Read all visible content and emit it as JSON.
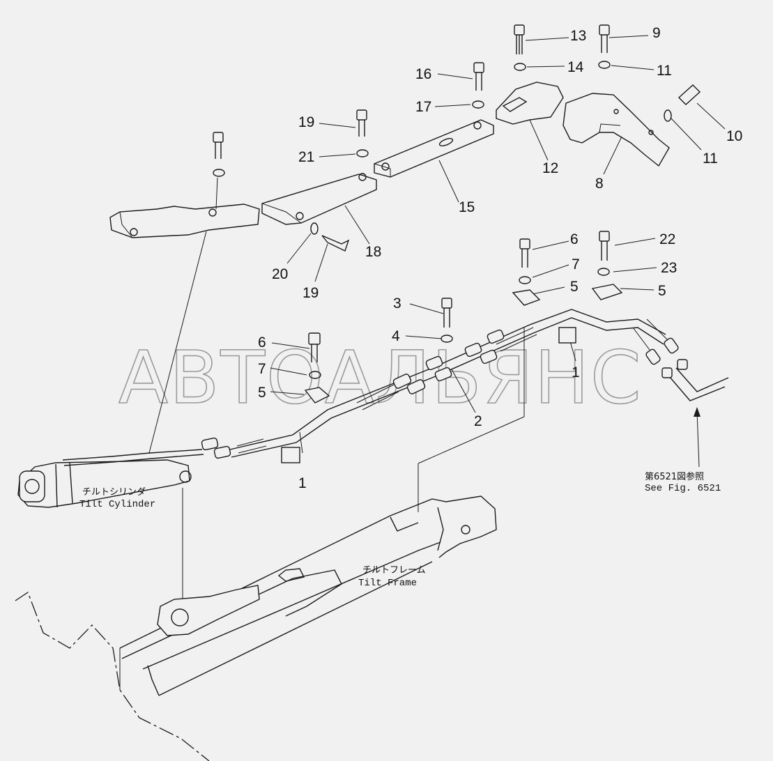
{
  "watermark": "АВТОАЛЬЯНС",
  "callouts": {
    "c13": "13",
    "c9": "9",
    "c14": "14",
    "c11a": "11",
    "c16": "16",
    "c17": "17",
    "c10": "10",
    "c11b": "11",
    "c19a": "19",
    "c21": "21",
    "c12": "12",
    "c8": "8",
    "c15": "15",
    "c18": "18",
    "c20": "20",
    "c19b": "19",
    "c6a": "6",
    "c22": "22",
    "c7a": "7",
    "c23": "23",
    "c5a": "5",
    "c5b": "5",
    "c3": "3",
    "c4": "4",
    "c6b": "6",
    "c7b": "7",
    "c5c": "5",
    "c1a": "1",
    "c2": "2",
    "c1b": "1"
  },
  "labels": {
    "tilt_cylinder_jp": "チルトシリンダ",
    "tilt_cylinder_en": "Tilt  Cylinder",
    "tilt_frame_jp": "チルトフレーム",
    "tilt_frame_en": "Tilt  Frame",
    "ref_jp": "第6521図参照",
    "ref_en": "See  Fig. 6521"
  }
}
